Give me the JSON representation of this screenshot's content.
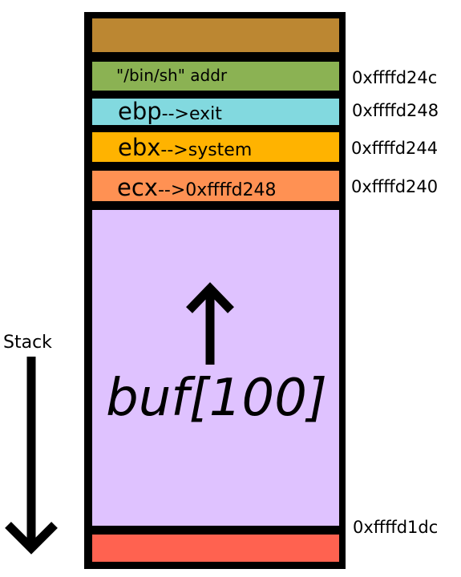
{
  "stack_label": "Stack",
  "buffer": {
    "label": "buf[100]",
    "fill": "#DFC2FF"
  },
  "slots": [
    {
      "id": "top",
      "fill": "#BC8732",
      "text": "",
      "address": ""
    },
    {
      "id": "binsh",
      "fill": "#8BB253",
      "text": "\"/bin/sh\" addr",
      "address": "0xffffd24c"
    },
    {
      "id": "ebp",
      "fill": "#82D9DF",
      "reg": "ebp",
      "suffix": "-->exit",
      "address": "0xffffd248"
    },
    {
      "id": "ebx",
      "fill": "#FFB300",
      "reg": "ebx",
      "suffix": "-->system",
      "address": "0xffffd244"
    },
    {
      "id": "ecx",
      "fill": "#FF9153",
      "reg": "ecx",
      "suffix": "-->0xffffd248",
      "address": "0xffffd240"
    }
  ],
  "bottom_slot": {
    "fill": "#FF6250",
    "address": "0xffffd1dc"
  },
  "colors": {
    "border": "#000000",
    "background": "#FFFFFF"
  }
}
